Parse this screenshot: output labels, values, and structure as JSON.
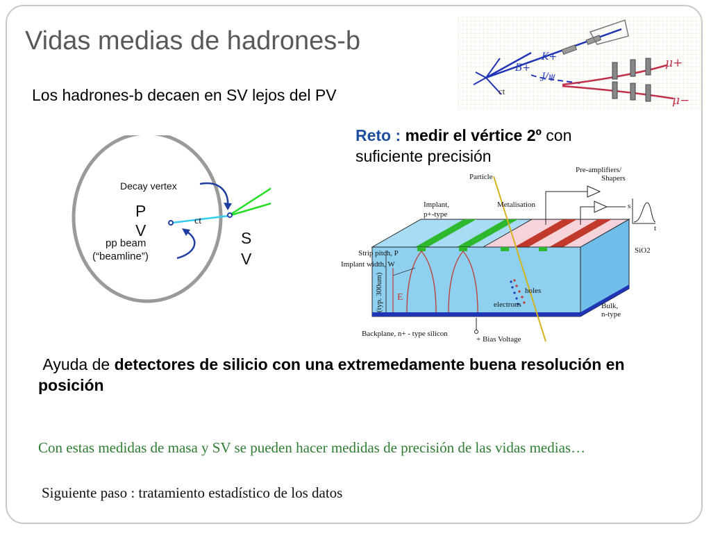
{
  "slide": {
    "title": "Vidas medias de hadrones-b",
    "subtitle": "Los hadrones-b decaen en SV lejos del PV",
    "reto": {
      "label": "Reto :",
      "bold": "medir el vértice 2º",
      "rest": "con suficiente precisión"
    },
    "ayuda": {
      "prefix": "Ayuda de",
      "bold": "detectores de silicio con una extremedamente buena resolución en posición"
    },
    "green_text": "Con estas medidas de masa y SV se pueden hacer medidas de precisión de las vidas medias…",
    "next_step": "Siguiente paso : tratamiento estadístico de los datos"
  },
  "vertex_diagram": {
    "decay_vertex": "Decay vertex",
    "pv": "P V",
    "pv_line1": "P",
    "pv_line2": "V",
    "ct": "ct",
    "beam_line1": "pp beam",
    "beam_line2": "(“beamline”)",
    "sv_line1": "S",
    "sv_line2": "V"
  },
  "track_sketch": {
    "b": "B+",
    "k": "K+",
    "jpsi": "J/ψ",
    "mu_plus": "μ+",
    "mu_minus": "μ−",
    "ct": "ct"
  },
  "silicon_diagram": {
    "particle": "Particle",
    "preamp_line1": "Pre-amplifiers/",
    "preamp_line2": "Shapers",
    "implant_line1": "Implant,",
    "implant_line2": "p+-type",
    "metalisation": "Metalisation",
    "strip_pitch": "Strip pitch, P",
    "implant_width": "Implant width, W",
    "sio2": "SiO2",
    "thickness": "(typ. 300um)",
    "e_field": "E",
    "holes": "holes",
    "electrons": "electrons",
    "bulk_line1": "Bulk,",
    "bulk_line2": "n-type",
    "backplane": "Backplane, n+ - type silicon",
    "bias": "+ Bias Voltage",
    "signal_axis_s": "s",
    "signal_axis_t": "t"
  },
  "colors": {
    "title": "#595959",
    "reto_label": "#1f4e9e",
    "green_text": "#2e7d32",
    "silicon_bulk": "#8fd0f0",
    "implant_green": "#2eb82e",
    "metal_red": "#c0392b",
    "track_green": "#22dd22",
    "ct_line": "#33ccee"
  }
}
